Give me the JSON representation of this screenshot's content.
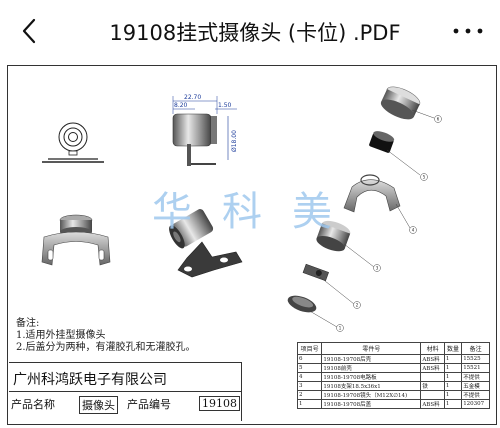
{
  "header": {
    "title": "19108挂式摄像头 (卡位) .PDF",
    "back_icon": "chevron-left-icon",
    "more_icon": "more-dots-icon"
  },
  "drawing": {
    "dimensions": {
      "width_total": "22.70",
      "width_left": "8.20",
      "width_right": "1.50",
      "diameter": "Ø18.00"
    },
    "watermark": "华科美",
    "callouts": [
      "1",
      "2",
      "3",
      "4",
      "5",
      "6"
    ],
    "notes": {
      "heading": "备注:",
      "line1": "1.适用外挂型摄像头",
      "line2": "2.后盖分为两种，有灌胶孔和无灌胶孔。"
    },
    "company": "广州科鸿跃电子有限公司",
    "product_name_label": "产品名称",
    "product_name": "摄像头",
    "product_no_label": "产品编号",
    "product_no": "19108"
  },
  "bom": {
    "headers": [
      "项目号",
      "零件号",
      "材料",
      "数量",
      "备注"
    ],
    "rows": [
      [
        "6",
        "19108-19708后壳",
        "ABS料",
        "1",
        "15525"
      ],
      [
        "5",
        "19108前壳",
        "ABS料",
        "1",
        "15521"
      ],
      [
        "4",
        "19108-19708电路板",
        "",
        "1",
        "不提供"
      ],
      [
        "3",
        "19108支架18.5x36x1",
        "铁",
        "1",
        "五金模"
      ],
      [
        "2",
        "19108-19708镜头（M12X∅14)",
        "",
        "1",
        "不提供"
      ],
      [
        "1",
        "19108-19708后盖",
        "ABS料",
        "1",
        "120307"
      ]
    ]
  }
}
